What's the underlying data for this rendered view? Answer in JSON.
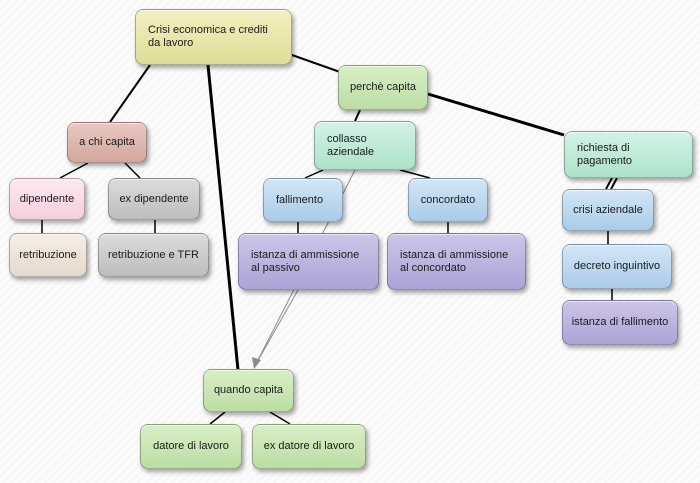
{
  "nodes": {
    "root": "Crisi economica e crediti da lavoro",
    "a_chi_capita": "a chi capita",
    "dipendente": "dipendente",
    "ex_dipendente": "ex dipendente",
    "retribuzione": "retribuzione",
    "retribuzione_tfr": "retribuzione e TFR",
    "perche_capita": "perchè capita",
    "collasso_aziendale": "collasso aziendale",
    "fallimento": "fallimento",
    "concordato": "concordato",
    "istanza_passivo": "istanza di ammissione al passivo",
    "istanza_concordato": "istanza di ammissione al concordato",
    "richiesta_pagamento": "richiesta di pagamento",
    "crisi_aziendale": "crisi aziendale",
    "decreto_ingiuntivo": "decreto inguintivo",
    "istanza_fallimento": "istanza di fallimento",
    "quando_capita": "quando capita",
    "datore_lavoro": "datore di lavoro",
    "ex_datore_lavoro": "ex datore di lavoro"
  },
  "colors": {
    "yellow": "#e8e4a8",
    "green": "#c5e3ae",
    "mint": "#bce9d5",
    "rose": "#dbb3aa",
    "pink": "#f8dbe6",
    "grey": "#c8c8c8",
    "cream": "#ede2d8",
    "blue": "#bcd8ef",
    "violet": "#bcb3de",
    "line": "#000000",
    "arrow": "#8c8c8c"
  }
}
